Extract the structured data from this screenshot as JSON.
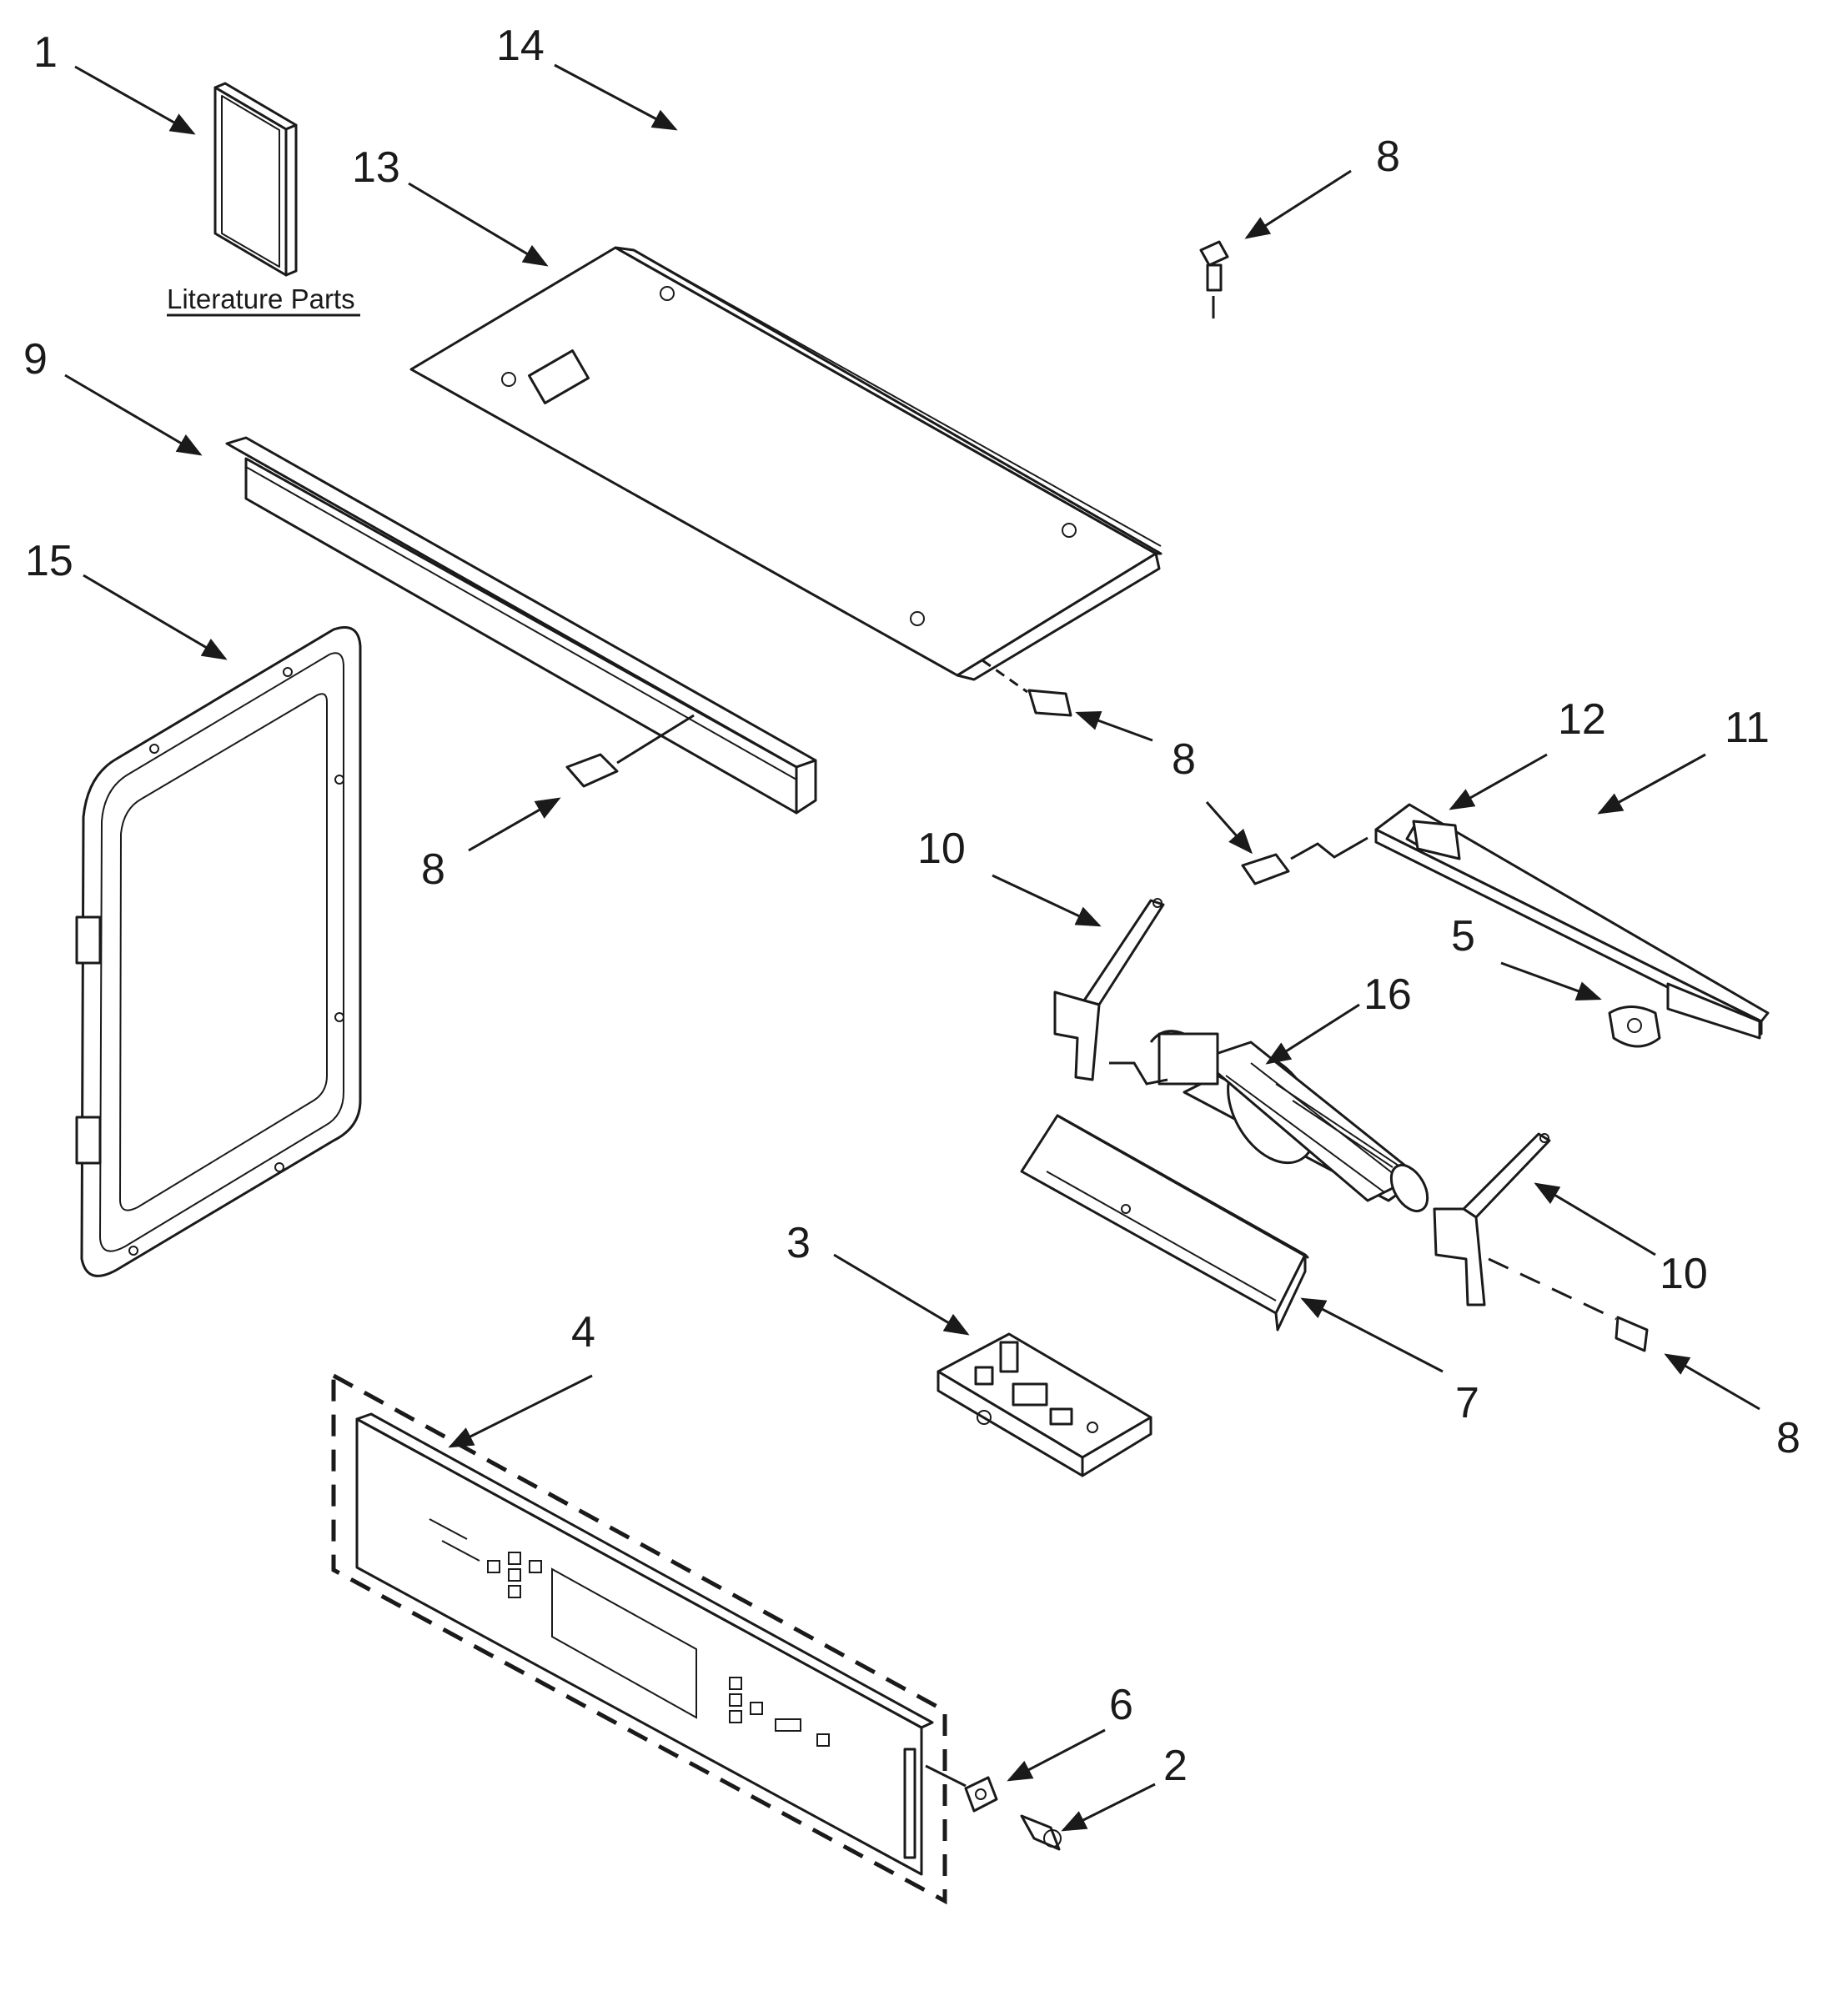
{
  "diagram": {
    "literature_caption": "Literature Parts",
    "callouts": [
      {
        "id": "c1",
        "label": "1"
      },
      {
        "id": "c14",
        "label": "14"
      },
      {
        "id": "c13",
        "label": "13"
      },
      {
        "id": "c8a",
        "label": "8"
      },
      {
        "id": "c9",
        "label": "9"
      },
      {
        "id": "c15",
        "label": "15"
      },
      {
        "id": "c8b",
        "label": "8"
      },
      {
        "id": "c8c",
        "label": "8"
      },
      {
        "id": "c12",
        "label": "12"
      },
      {
        "id": "c11",
        "label": "11"
      },
      {
        "id": "c10a",
        "label": "10"
      },
      {
        "id": "c5",
        "label": "5"
      },
      {
        "id": "c16",
        "label": "16"
      },
      {
        "id": "c3",
        "label": "3"
      },
      {
        "id": "c10b",
        "label": "10"
      },
      {
        "id": "c4",
        "label": "4"
      },
      {
        "id": "c7",
        "label": "7"
      },
      {
        "id": "c8d",
        "label": "8"
      },
      {
        "id": "c6",
        "label": "6"
      },
      {
        "id": "c2",
        "label": "2"
      }
    ]
  }
}
